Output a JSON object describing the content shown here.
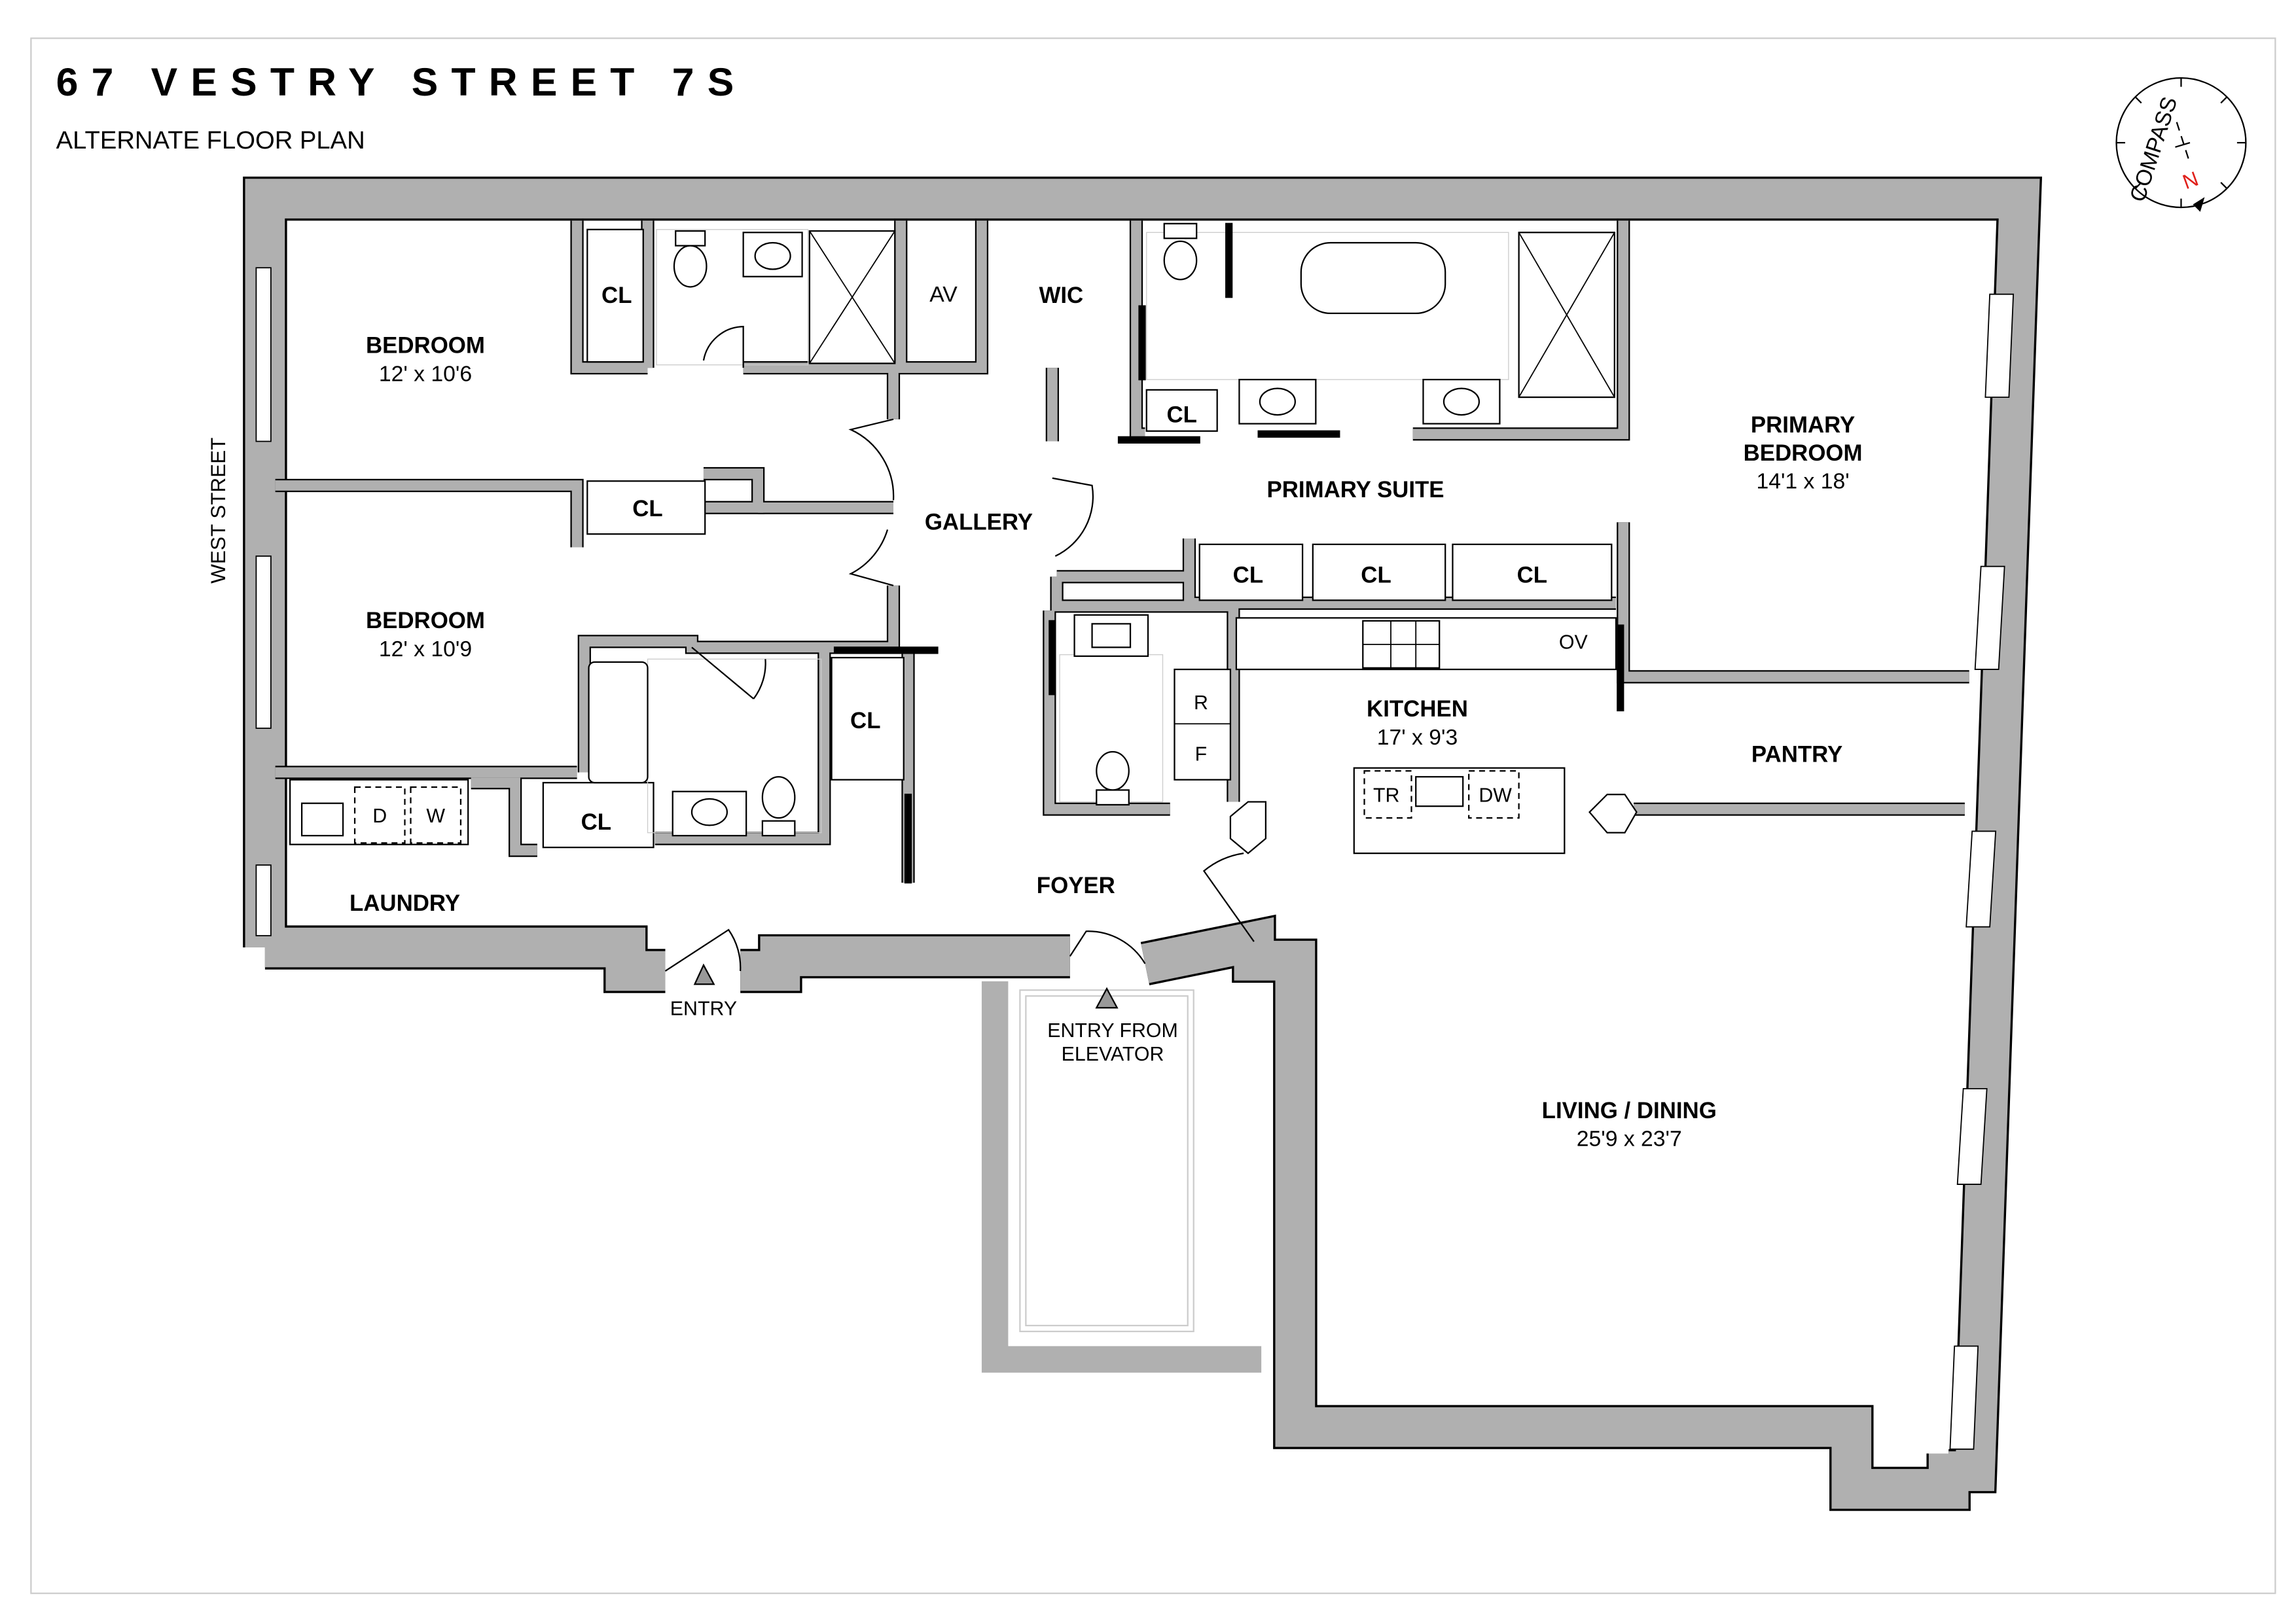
{
  "header": {
    "title": "67 VESTRY STREET 7S",
    "subtitle": "ALTERNATE FLOOR PLAN"
  },
  "street_label": "WEST STREET",
  "compass": {
    "label": "COMPASS",
    "north": "N",
    "north_color": "#e0201b"
  },
  "colors": {
    "wall": "#b0b0b0",
    "outline": "#000000",
    "frame": "#cccccc"
  },
  "rooms": {
    "bedroom1": {
      "name": "BEDROOM",
      "dims": "12' x 10'6"
    },
    "bedroom2": {
      "name": "BEDROOM",
      "dims": "12' x 10'9"
    },
    "primary_bedroom": {
      "name_line1": "PRIMARY",
      "name_line2": "BEDROOM",
      "dims": "14'1 x 18'"
    },
    "kitchen": {
      "name": "KITCHEN",
      "dims": "17' x 9'3"
    },
    "living": {
      "name": "LIVING / DINING",
      "dims": "25'9 x 23'7"
    },
    "gallery": "GALLERY",
    "primary_suite": "PRIMARY SUITE",
    "pantry": "PANTRY",
    "laundry": "LAUNDRY",
    "foyer": "FOYER",
    "wic": "WIC",
    "av": "AV",
    "closet": "CL"
  },
  "fixtures": {
    "range": "R",
    "fridge": "F",
    "oven": "OV",
    "trash": "TR",
    "dishwasher": "DW",
    "dryer": "D",
    "washer": "W"
  },
  "entries": {
    "entry": "ENTRY",
    "elevator_line1": "ENTRY FROM",
    "elevator_line2": "ELEVATOR"
  }
}
